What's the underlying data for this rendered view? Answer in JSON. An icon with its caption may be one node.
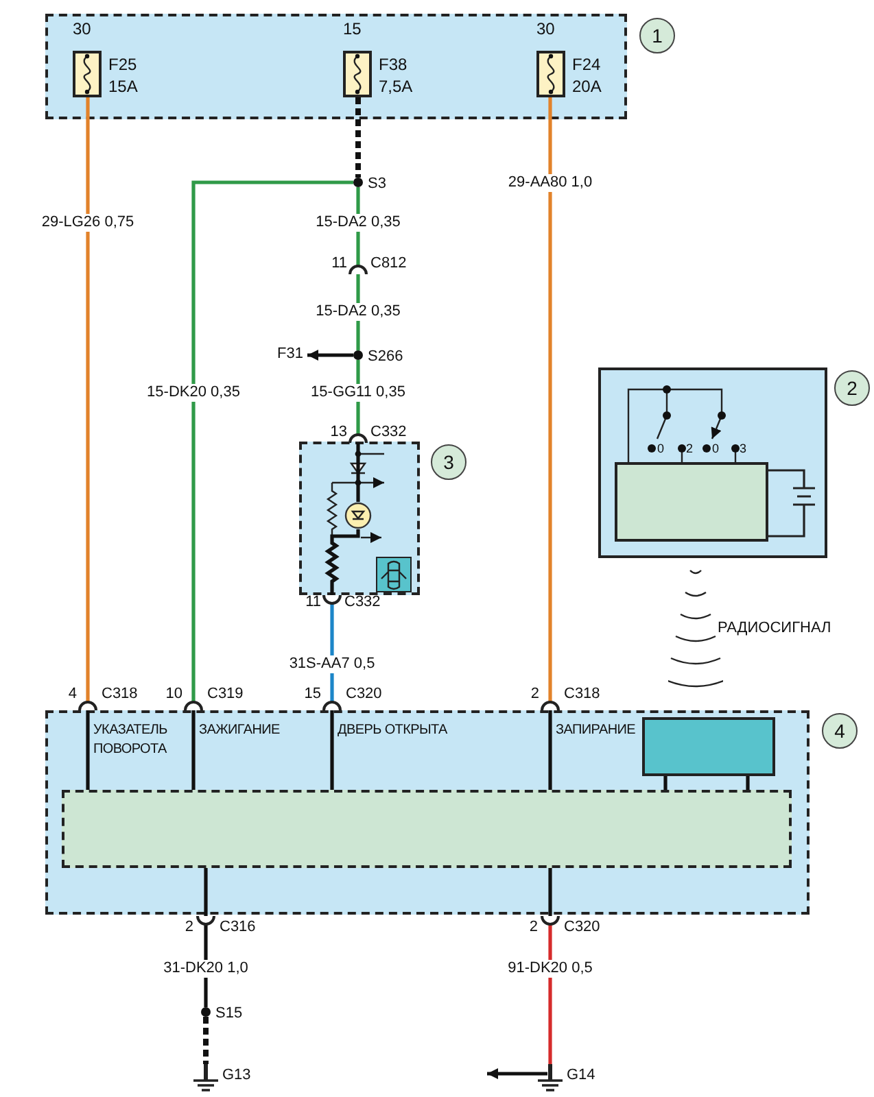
{
  "diagram": {
    "nodes": [
      {
        "text": [],
        "shape": "box",
        "beside": [
          "1"
        ]
      },
      {
        "text": [
          "F25 15A"
        ],
        "beside": [
          "30"
        ],
        "in": 0
      },
      {
        "text": [
          "F38 7,5A"
        ],
        "beside": [
          "15"
        ],
        "in": 0
      },
      {
        "text": [
          "F24 20A"
        ],
        "beside": [
          "30"
        ],
        "in": 0
      },
      {
        "text": [
          "S3"
        ]
      },
      {
        "text": [
          "11",
          "C812"
        ]
      },
      {
        "text": [
          "S266"
        ]
      },
      {
        "text": [
          "F31"
        ]
      },
      {
        "text": [
          "13",
          "C332"
        ]
      },
      {
        "text": [],
        "shape": "box",
        "beside": [
          "3"
        ]
      },
      {
        "text": [],
        "shape": "circle",
        "in": 9
      },
      {
        "text": [],
        "shape": "picture",
        "in": 9
      },
      {
        "text": [
          "11",
          "C332"
        ]
      },
      {
        "text": [
          "4",
          "C318"
        ]
      },
      {
        "text": [
          "10",
          "C319"
        ]
      },
      {
        "text": [
          "15",
          "C320"
        ]
      },
      {
        "text": [
          "2",
          "C318"
        ]
      },
      {
        "text": [
          "УКАЗАТЕЛЬ ПОВОРОТА",
          "ЗАЖИГАНИЕ",
          "ДВЕРЬ ОТКРЫТА",
          "ЗАПИРАНИЕ"
        ],
        "beside": [
          "4"
        ]
      },
      {
        "text": [],
        "shape": "box",
        "in": 17
      },
      {
        "text": [],
        "shape": "box",
        "in": 17
      },
      {
        "text": [],
        "shape": "box",
        "beside": [
          "2"
        ]
      },
      {
        "text": [],
        "shape": "box",
        "in": 20
      },
      {
        "text": [
          "2",
          "C316"
        ]
      },
      {
        "text": [
          "2",
          "C320"
        ]
      },
      {
        "text": [
          "S15"
        ]
      },
      {
        "text": [
          "G13"
        ]
      },
      {
        "text": [
          "G14"
        ]
      }
    ],
    "edges": [
      {
        "from": 1,
        "to": 13,
        "arrow": "none",
        "label": "29-LG26 0,75",
        "color": "#e2822a"
      },
      {
        "from": 2,
        "to": 4,
        "arrow": "none",
        "style": "dashed"
      },
      {
        "from": 4,
        "to": 14,
        "arrow": "none",
        "label": "15-DK20 0,35",
        "color": "#2f9a48"
      },
      {
        "from": 4,
        "to": 5,
        "arrow": "none",
        "label": "15-DA2 0,35",
        "color": "#2f9a48"
      },
      {
        "from": 5,
        "to": 6,
        "arrow": "none",
        "label": "15-DA2 0,35",
        "color": "#2f9a48"
      },
      {
        "from": 6,
        "to": 7,
        "arrow": "to"
      },
      {
        "from": 6,
        "to": 8,
        "arrow": "none",
        "label": "15-GG11 0,35",
        "color": "#2f9a48"
      },
      {
        "from": 12,
        "to": 15,
        "arrow": "none",
        "label": "31S-AA7 0,5",
        "color": "#1c86c8"
      },
      {
        "from": 3,
        "to": 16,
        "arrow": "none",
        "label": "29-AA80 1,0",
        "color": "#e2822a"
      },
      {
        "from": 13,
        "to": 18,
        "arrow": "none"
      },
      {
        "from": 14,
        "to": 18,
        "arrow": "none"
      },
      {
        "from": 15,
        "to": 18,
        "arrow": "none"
      },
      {
        "from": 16,
        "to": 18,
        "arrow": "none"
      },
      {
        "from": 19,
        "to": 18,
        "arrow": "none"
      },
      {
        "from": 18,
        "to": 22,
        "arrow": "none"
      },
      {
        "from": 18,
        "to": 23,
        "arrow": "none"
      },
      {
        "from": 22,
        "to": 24,
        "arrow": "none",
        "label": "31-DK20 1,0"
      },
      {
        "from": 24,
        "to": 25,
        "arrow": "none",
        "style": "dashed"
      },
      {
        "from": 23,
        "to": 26,
        "arrow": "none",
        "label": "91-DK20 0,5",
        "color": "#d62b2b"
      },
      {
        "from": 26,
        "to": null,
        "arrow": "to"
      },
      {
        "from": 8,
        "to": 10,
        "arrow": "none"
      },
      {
        "from": 10,
        "to": 12,
        "arrow": "none"
      }
    ],
    "labels": [
      "0",
      "2",
      "0",
      "3",
      "РАДИОСИГНАЛ"
    ]
  }
}
